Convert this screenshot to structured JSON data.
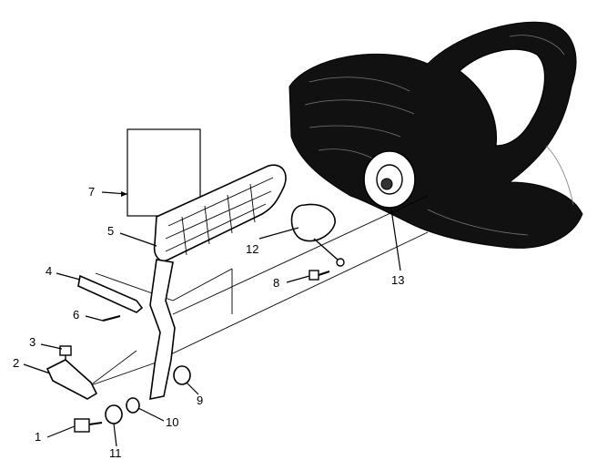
{
  "callouts": {
    "c1": "1",
    "c2": "2",
    "c3": "3",
    "c4": "4",
    "c5": "5",
    "c6": "6",
    "c7": "7",
    "c8": "8",
    "c9": "9",
    "c10": "10",
    "c11": "11",
    "c12": "12",
    "c13": "13"
  },
  "colors": {
    "ink": "#000000",
    "paper": "#ffffff",
    "housing": "#111111"
  }
}
